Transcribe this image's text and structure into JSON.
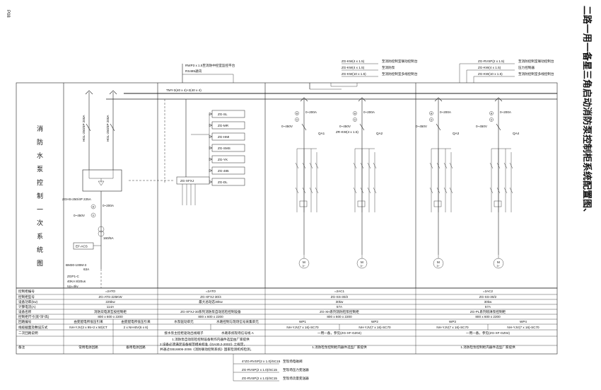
{
  "page_no": "P08",
  "side_title": "二路一用一备星三角启动消防泵控制柜系统配置图、",
  "vertical_title": [
    "消",
    "防",
    "水",
    "泵",
    "控",
    "制",
    "一",
    "次",
    "系",
    "统",
    "图"
  ],
  "top_labels": {
    "rwp": "RWP3 x 1.5至消防中控室监控平台",
    "rs485": "RS485通讯",
    "tmy": "TMY-3(40 x 4)+2(40 x 4)"
  },
  "ctrl_boxes": [
    "ZG-SL",
    "ZG-MR",
    "ZG-HMI",
    "ZG-SMS",
    "ZG-YK",
    "ZG-485",
    "ZG-DL"
  ],
  "xfxj_label": "ZG-XFXJ",
  "incoming": {
    "hgl1": "HGL-250/4P 200A",
    "hgl2": "HGL-250/4P 200A",
    "zghs": "ZGHS-250/4P 225A",
    "amp": "0~200A",
    "volt": "0~450V",
    "ct": "160/5A",
    "efacs": "EF-ACS",
    "bm": "BM30-100M-3",
    "bm_a": "63A",
    "zgp1": "ZGP1-C",
    "zgp2": "40KA 8/20us",
    "zgp3": "Up=4kv"
  },
  "mid_cables": [
    {
      "code": "ZG-KW(4 x 1.5)",
      "desc": "至消防控制室联动控制台"
    },
    {
      "code": "ZG-KW(4 x 1.5)",
      "desc": "至消防泵"
    },
    {
      "code": "ZG-KW(10 x 1.5)",
      "desc": "至消防控制室多线控制台"
    }
  ],
  "right_cables": [
    {
      "code": "ZG-RVSP(2 x 1.5)",
      "desc": "至消防控制室联动控制台"
    },
    {
      "code": "ZG-KW(4 x 1.5)",
      "desc": "压力控制器"
    },
    {
      "code": "ZG-KW(10 x 1.5)",
      "desc": "至消防控制室多线控制台"
    }
  ],
  "feeder_amp": "0~200A",
  "feeder_volt": "0~450V",
  "zr_kw": "ZR-KW(4 x 1.5)",
  "motors": [
    "QA1",
    "QA2",
    "QA3",
    "QA4"
  ],
  "motor_label": "M",
  "motor_sub": "3~",
  "table": {
    "headers": [
      "控制柜编号",
      "控制柜型号",
      "设备功率(kw)",
      "计算电流(A)",
      "设备名称",
      "控制柜尺寸(宽*深*高)",
      "回路编号",
      "线缆截面及敷设方式",
      "二次回路说明",
      "备注"
    ],
    "row_ids": [
      [
        "=2ATO",
        "=2ATO",
        "=2AC1",
        "=2AC2"
      ],
      [
        "ZG-ATS-225KW",
        "ZG-XFXJ-30/4",
        "ZG-SS-30/2",
        "ZG-SS-30/2"
      ],
      [
        "225kw",
        "最大总动态30kw",
        "30kw",
        "30kw"
      ],
      [
        "114A",
        "",
        "57A",
        "57A"
      ],
      [
        "消防双电源互投控制柜",
        "ZG-XFXJ-30系列消防泵自动巡检控制设备",
        "ZG-XH系列消防检泵控制柜",
        "ZG-PL系列喷淋泵控制柜"
      ],
      [
        "800 x 600 x 2200",
        "800 x 600 x 2200",
        "800 x 600 x 2200",
        "800 x 600 x 2200"
      ]
    ],
    "circuits": [
      "由变配电所低压引来",
      "由变配电所低压引来",
      "水泵驱动单元",
      "水路控制与现场信号采集单元",
      "WP1",
      "WP2",
      "WP3",
      "WP4"
    ],
    "cables": [
      "NH-YJV(3 x 95+2 x 50)CT",
      "2 x NH-BV(6 x 6)",
      "NH-YJV(7 x 16)-SC70",
      "NH-YJV(7 x 16)-SC70",
      "NH-YJV(7 x 16)-SC70",
      "NH-YJV(7 x 16)-SC70"
    ],
    "secondary": [
      "接水泵主控柜驱动出线端子",
      "水路系统现场信号线 A",
      "一用一备，参见(ZG-XF-GZ04)",
      "一用一备，参见(ZG-XF-GZ04)"
    ],
    "remarks": [
      "常用电源回路",
      "备用电源回路",
      "1.消防泵自动巡检控制设备制作内器件选型由厂家提供",
      "1.消防检泵控制柜内器件选型厂家提供",
      "1.消防检泵控制柜内器件选型厂家提供"
    ],
    "remark_notes": [
      "2.设备必须满足设备规范相关标准《GA30.2-2002》之规定，",
      "并通过GB16806-2006《消防联动控制系统》国家检测机构检测。"
    ]
  },
  "bottom_cables": [
    {
      "code": "4*ZG-RVSP(2 x 1.0)/SC15",
      "desc": "至现场电磁阀"
    },
    {
      "code": "ZG-RVSP(2 x 1.0)/SC15",
      "desc": "至现场压力变送器"
    },
    {
      "code": "ZG-RVSP(2 x 1.0)/SC15",
      "desc": "至现场流量变送器"
    }
  ]
}
